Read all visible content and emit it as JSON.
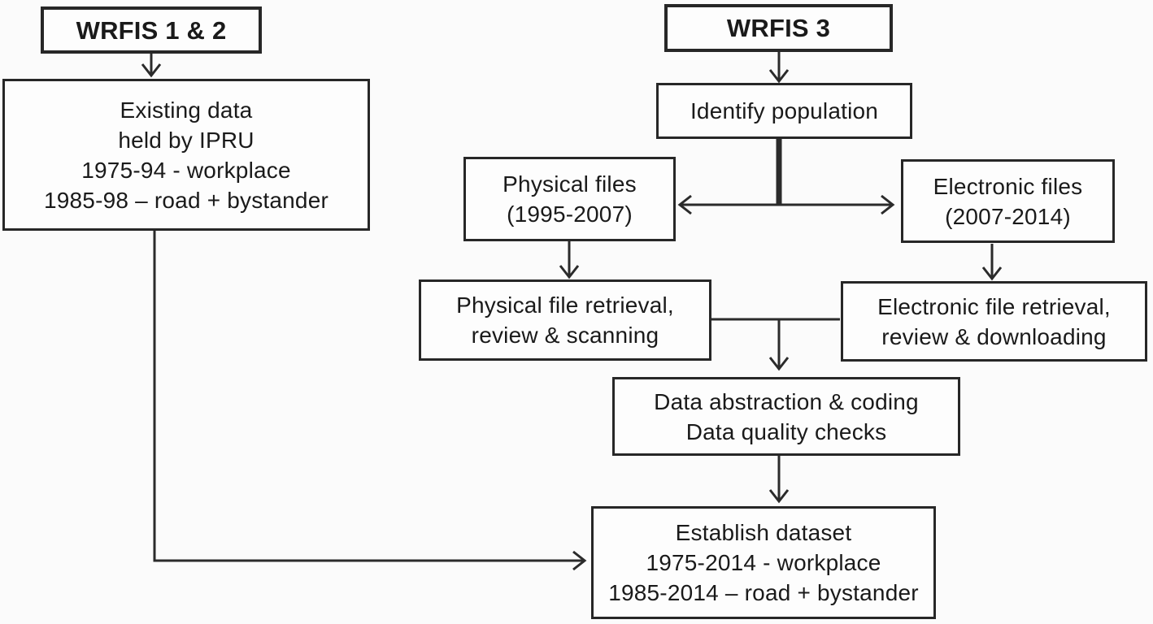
{
  "diagram": {
    "description": "Flowchart of WRFIS dataset assembly",
    "colors": {
      "line": "#2b2b2b",
      "text": "#1a1a1a",
      "background": "#fbfbfb",
      "node_fill": "#fdfdfd"
    },
    "nodes": {
      "wrfis12": {
        "label": "WRFIS 1 & 2"
      },
      "existing": {
        "lines": [
          "Existing data",
          "held by IPRU",
          "1975-94 - workplace",
          "1985-98 – road + bystander"
        ]
      },
      "wrfis3": {
        "label": "WRFIS 3"
      },
      "identify": {
        "label": "Identify population"
      },
      "physical_files": {
        "lines": [
          "Physical files",
          "(1995-2007)"
        ]
      },
      "electronic_files": {
        "lines": [
          "Electronic files",
          "(2007-2014)"
        ]
      },
      "physical_retrieval": {
        "lines": [
          "Physical file retrieval,",
          "review & scanning"
        ]
      },
      "electronic_retrieval": {
        "lines": [
          "Electronic file retrieval,",
          "review & downloading"
        ]
      },
      "abstraction": {
        "lines": [
          "Data abstraction & coding",
          "Data quality checks"
        ]
      },
      "establish": {
        "lines": [
          "Establish dataset",
          "1975-2014 - workplace",
          "1985-2014 – road + bystander"
        ]
      }
    }
  }
}
